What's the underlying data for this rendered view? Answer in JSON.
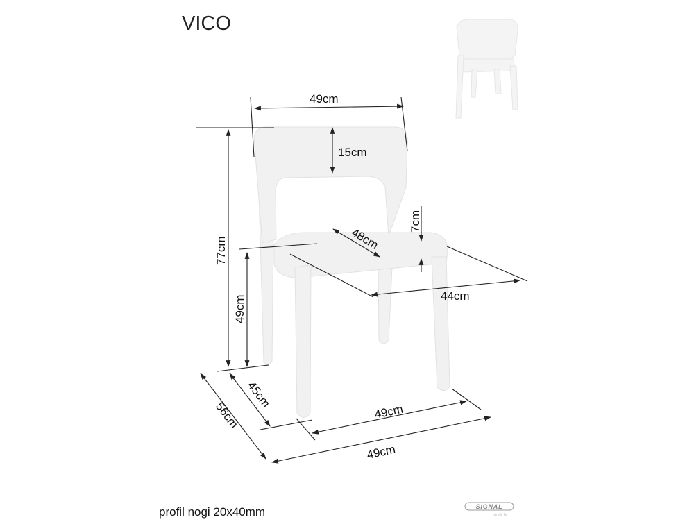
{
  "title": "VICO",
  "footer_note": "profil nogi 20x40mm",
  "logo": {
    "brand": "SIGNAL",
    "sub": "meble"
  },
  "dimensions": {
    "backrest_width": "49cm",
    "backrest_height": "15cm",
    "total_height": "77cm",
    "seat_height": "49cm",
    "seat_depth": "48cm",
    "seat_thickness": "7cm",
    "seat_width": "44cm",
    "total_depth": "56cm",
    "leg_depth": "45cm",
    "leg_width": "49cm",
    "total_width": "49cm"
  }
}
